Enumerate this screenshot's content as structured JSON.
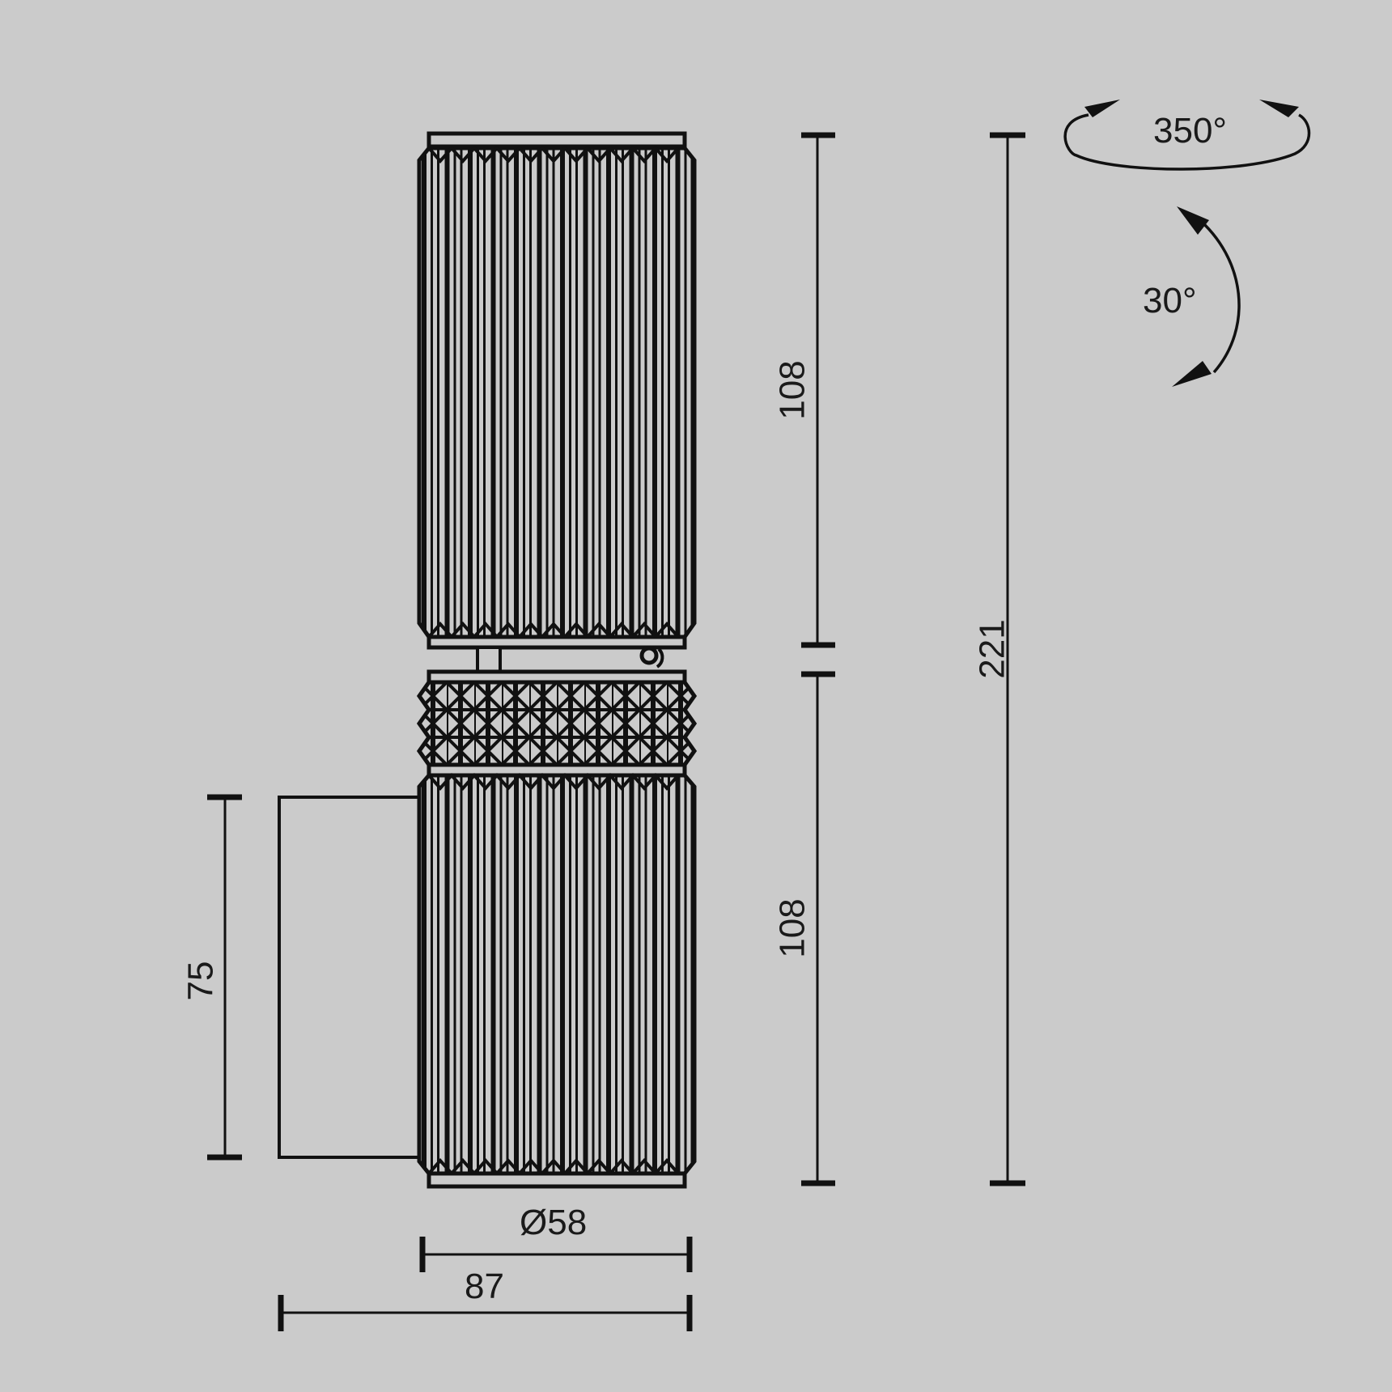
{
  "drawing": {
    "subject": "Wall spotlight with two fluted cylindrical shades and knurled middle band",
    "background_color": "#cbcbcb",
    "line_color": "#111111"
  },
  "dimensions": {
    "upper_height": "108",
    "lower_height": "108",
    "total_height": "221",
    "mount_height": "75",
    "diameter": "Ø58",
    "projection": "87"
  },
  "rotation": {
    "horizontal": "350°",
    "vertical": "30°"
  }
}
